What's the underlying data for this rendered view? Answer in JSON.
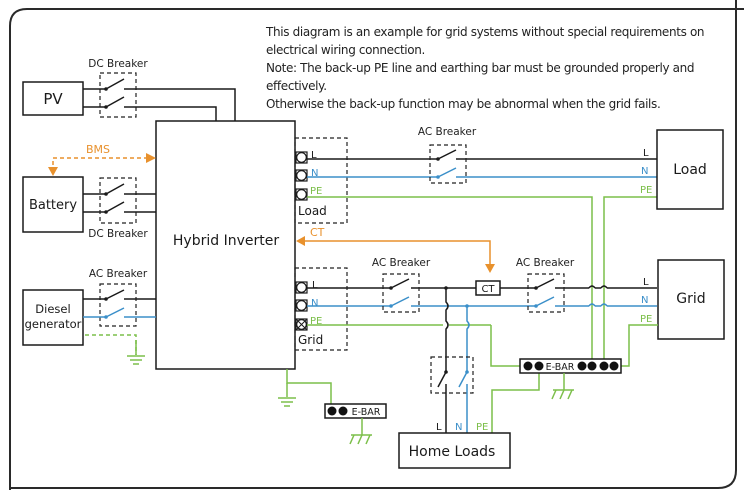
{
  "note": {
    "lines": [
      "This diagram is an example for grid systems without special requirements on",
      "electrical wiring connection.",
      "Note: The back-up PE line and earthing bar must be grounded properly and",
      "effectively.",
      "Otherwise the back-up function may be abnormal when the grid fails."
    ]
  },
  "components": {
    "pv": "PV",
    "battery": "Battery",
    "diesel_line1": "Diesel",
    "diesel_line2": "generator",
    "inverter": "Hybrid Inverter",
    "load": "Load",
    "grid": "Grid",
    "home_loads": "Home Loads"
  },
  "breakers": {
    "dc_pv": "DC Breaker",
    "dc_battery": "DC Breaker",
    "ac_generator": "AC Breaker",
    "ac_load": "AC Breaker",
    "ac_grid_inverter": "AC Breaker",
    "ac_grid_main": "AC Breaker"
  },
  "signals": {
    "bms": "BMS",
    "ct_arrow": "CT",
    "ct_box": "CT"
  },
  "ports": {
    "load": {
      "l": "L",
      "n": "N",
      "pe": "PE",
      "label": "Load"
    },
    "grid": {
      "l": "L",
      "n": "N",
      "pe": "PE",
      "label": "Grid"
    }
  },
  "wire_labels": {
    "load_l": "L",
    "load_n": "N",
    "load_pe": "PE",
    "grid_l": "L",
    "grid_n": "N",
    "grid_pe": "PE",
    "home_l": "L",
    "home_n": "N",
    "home_pe": "PE"
  },
  "ebars": {
    "left": "E-BAR",
    "right": "E-BAR"
  },
  "colors": {
    "line": "#1a1a1a",
    "neutral": "#3b8fc9",
    "earth": "#7cbf4a",
    "signal": "#e8912d"
  }
}
